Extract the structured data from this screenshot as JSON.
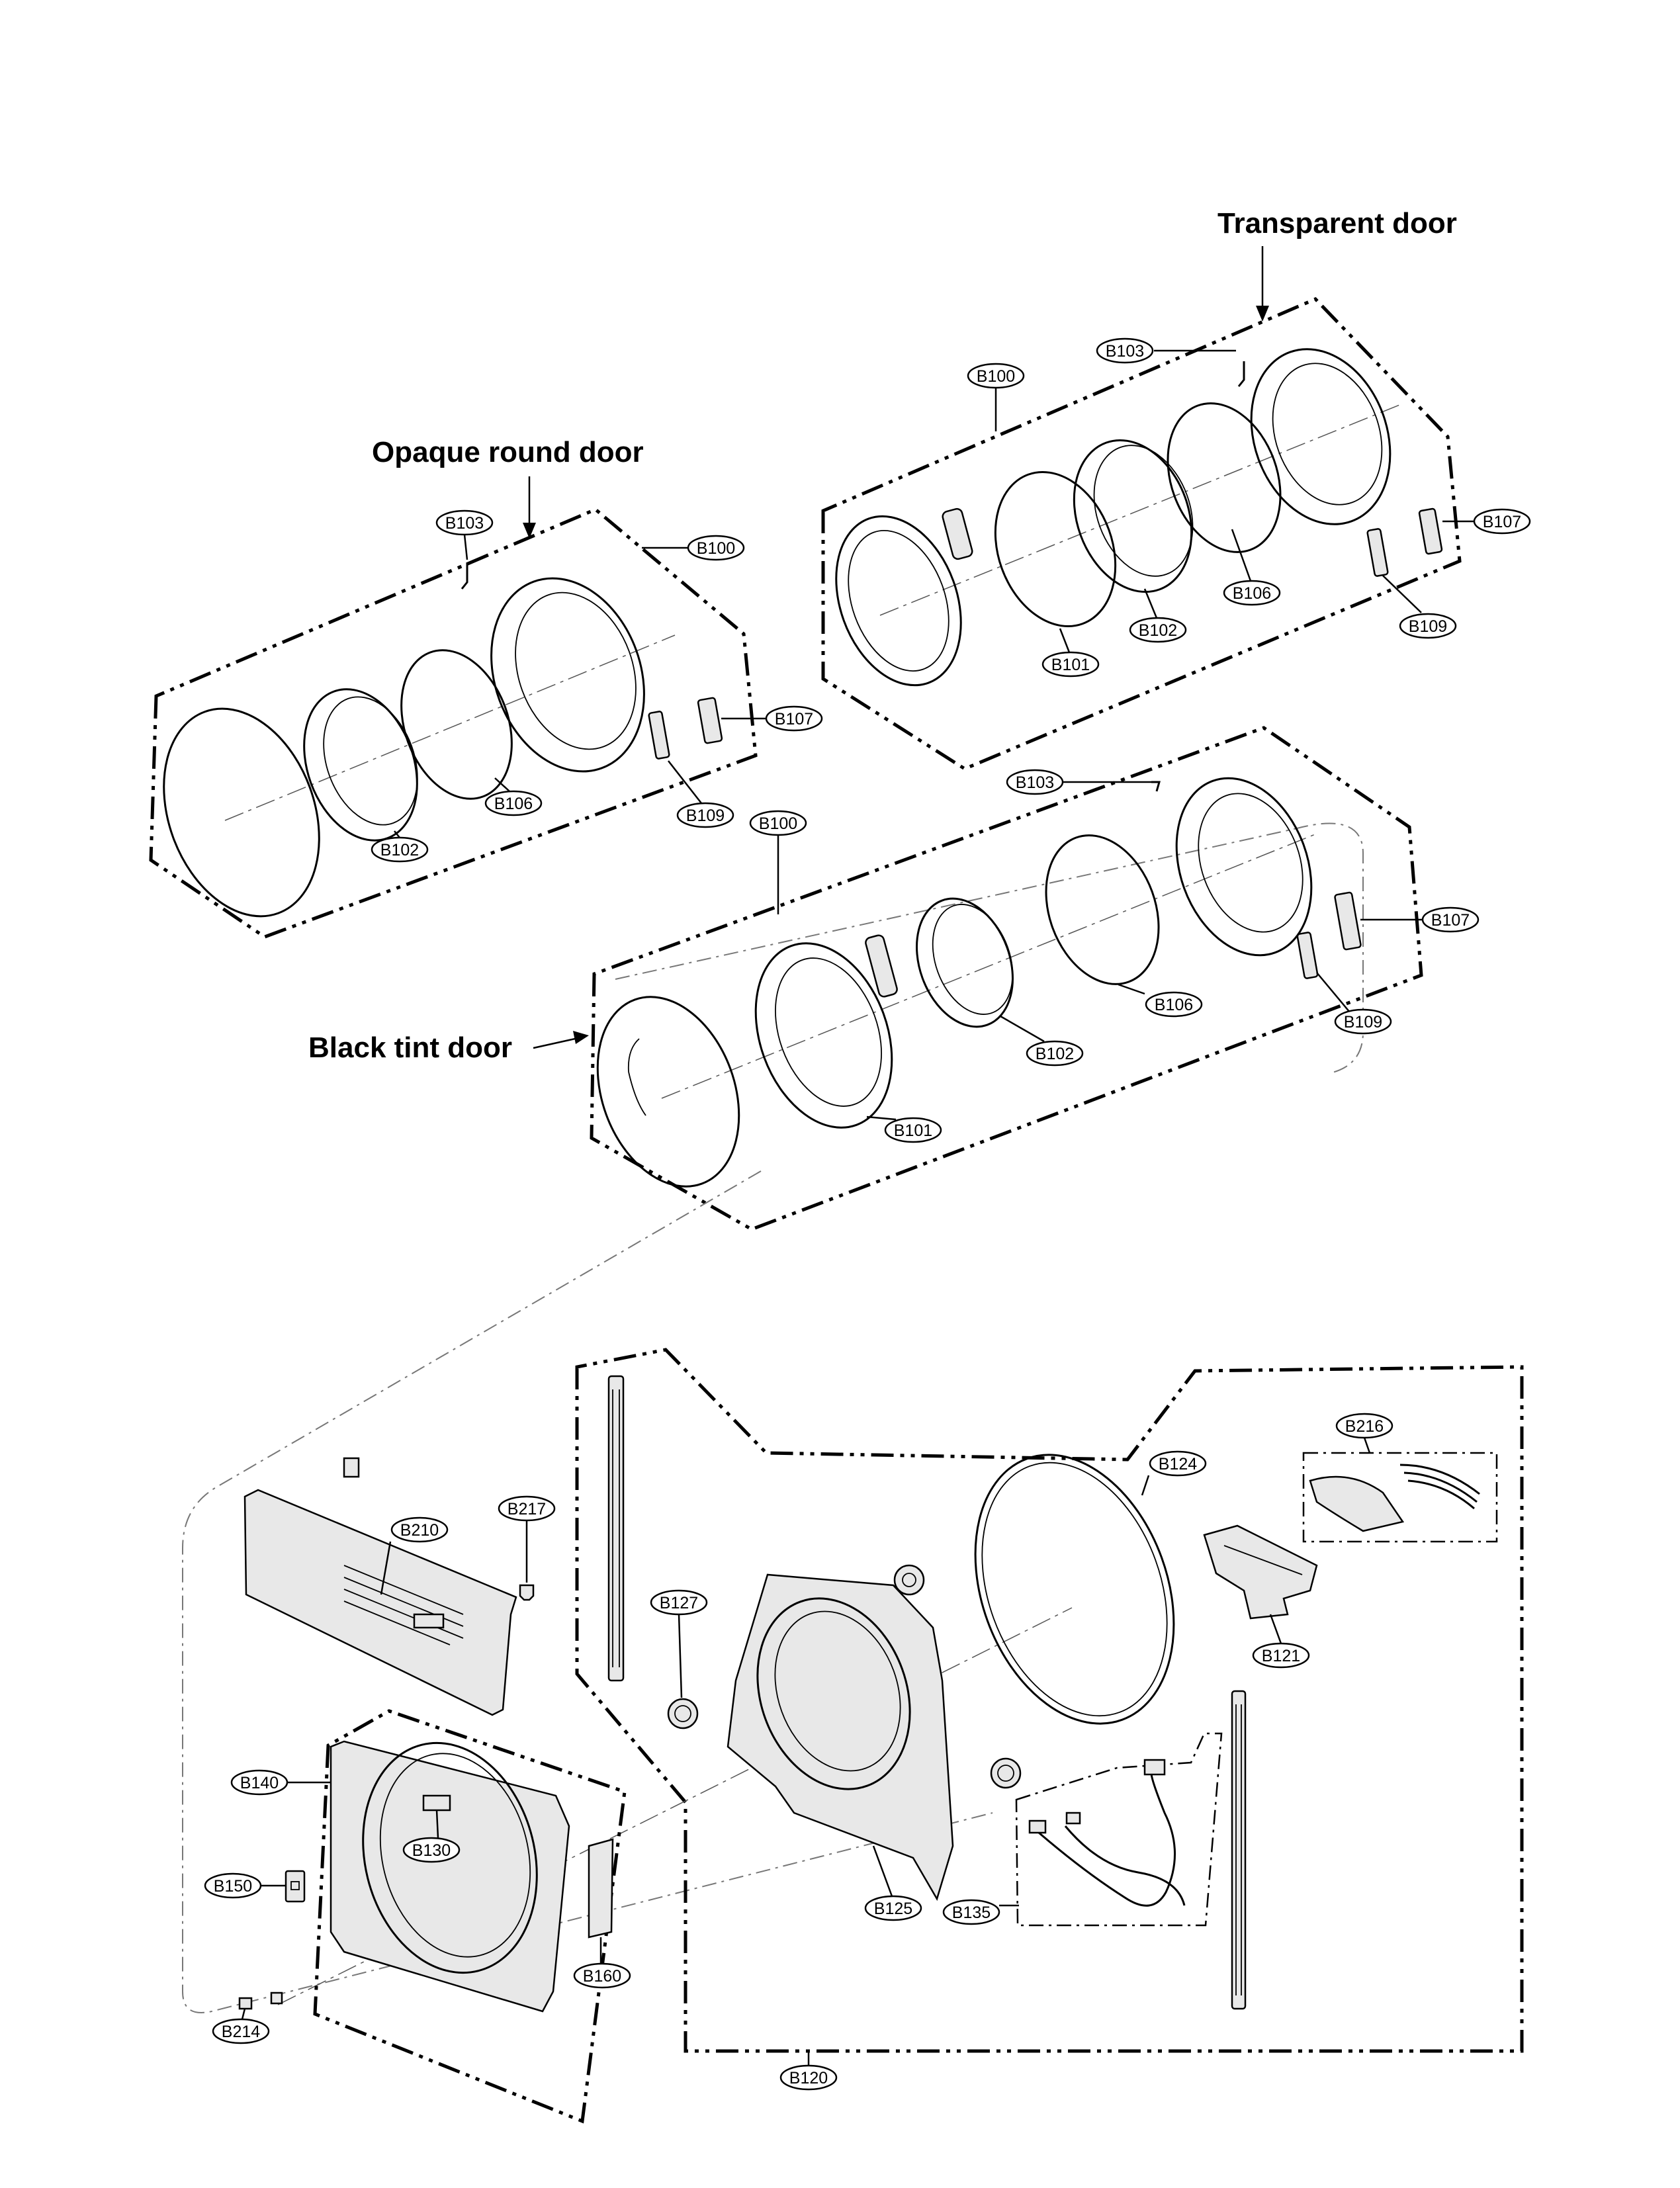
{
  "headings": {
    "transparent": "Transparent door",
    "opaque": "Opaque round door",
    "black_tint": "Black tint door"
  },
  "labels": {
    "t_b103": "B103",
    "t_b100": "B100",
    "t_b107": "B107",
    "t_b106": "B106",
    "t_b102": "B102",
    "t_b101": "B101",
    "t_b109": "B109",
    "o_b103": "B103",
    "o_b100": "B100",
    "o_b107": "B107",
    "o_b106": "B106",
    "o_b102": "B102",
    "o_b109": "B109",
    "k_b103": "B103",
    "k_b100": "B100",
    "k_b107": "B107",
    "k_b106": "B106",
    "k_b102": "B102",
    "k_b101": "B101",
    "k_b109": "B109",
    "b216": "B216",
    "b124": "B124",
    "b121": "B121",
    "b127": "B127",
    "b125": "B125",
    "b135": "B135",
    "b120": "B120",
    "b210": "B210",
    "b217": "B217",
    "b140": "B140",
    "b130": "B130",
    "b150": "B150",
    "b160": "B160",
    "b214": "B214"
  }
}
